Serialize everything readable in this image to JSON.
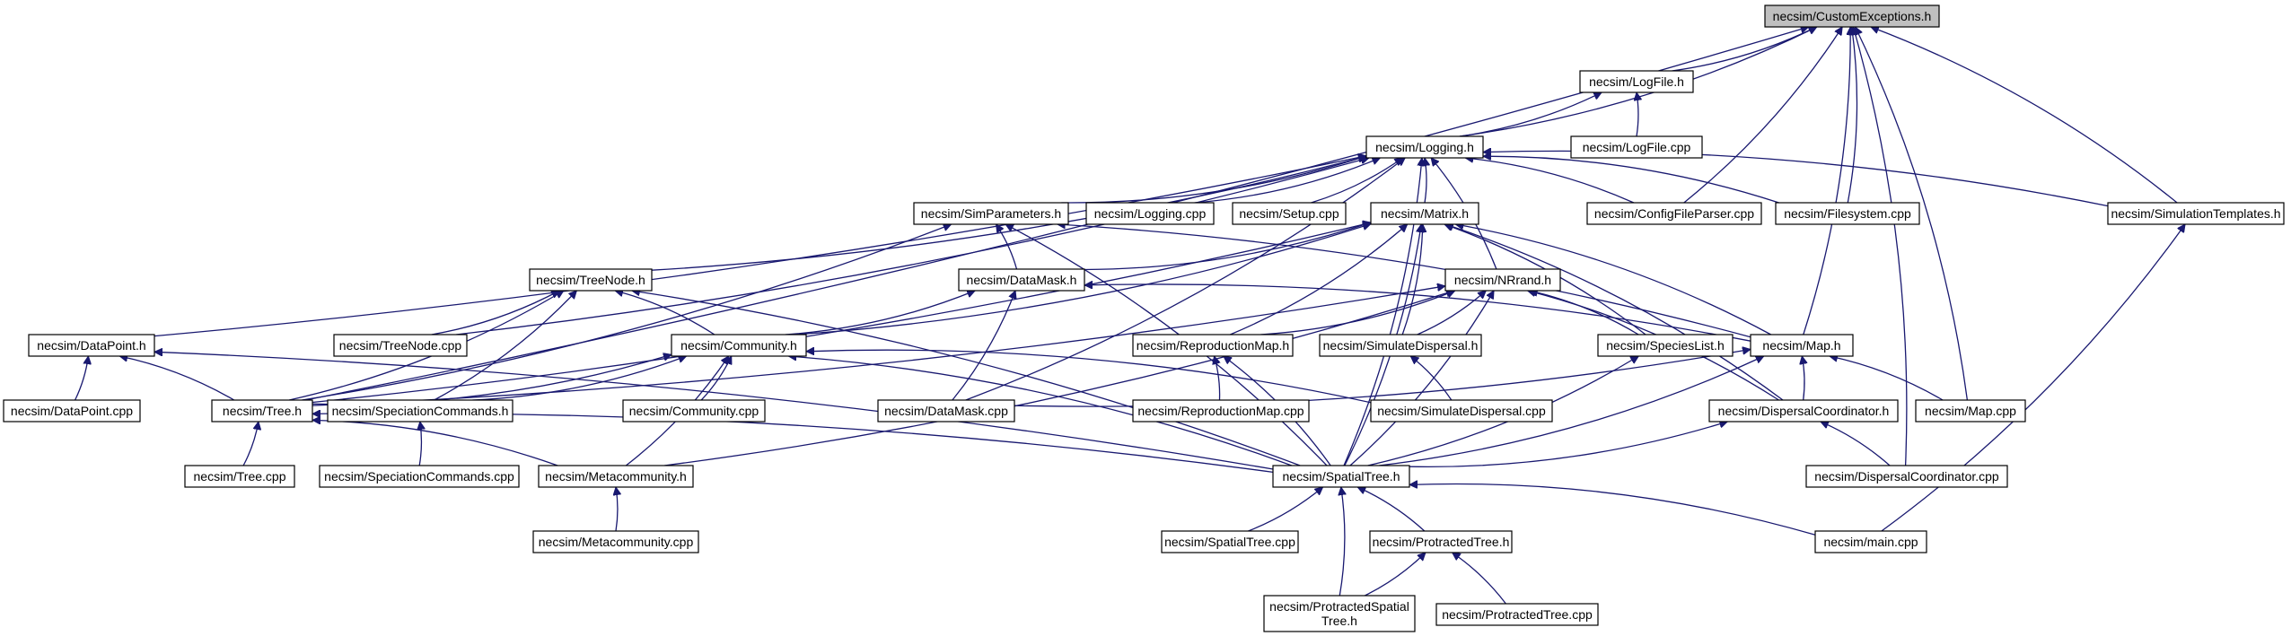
{
  "graph": {
    "colors": {
      "edge": "#191970",
      "node_border": "#000000",
      "focus_fill": "#bfbfbf",
      "node_fill": "#ffffff"
    },
    "nodes": [
      {
        "id": "customexceptions",
        "label": "necsim/CustomExceptions.h",
        "focus": true
      },
      {
        "id": "logfile_h",
        "label": "necsim/LogFile.h"
      },
      {
        "id": "logfile_cpp",
        "label": "necsim/LogFile.cpp"
      },
      {
        "id": "logging_h",
        "label": "necsim/Logging.h"
      },
      {
        "id": "simparameters_h",
        "label": "necsim/SimParameters.h"
      },
      {
        "id": "logging_cpp",
        "label": "necsim/Logging.cpp"
      },
      {
        "id": "setup_cpp",
        "label": "necsim/Setup.cpp"
      },
      {
        "id": "matrix_h",
        "label": "necsim/Matrix.h"
      },
      {
        "id": "configfileparser_cpp",
        "label": "necsim/ConfigFileParser.cpp"
      },
      {
        "id": "filesystem_cpp",
        "label": "necsim/Filesystem.cpp"
      },
      {
        "id": "simulationtemplates_h",
        "label": "necsim/SimulationTemplates.h"
      },
      {
        "id": "treenode_h",
        "label": "necsim/TreeNode.h"
      },
      {
        "id": "datamask_h",
        "label": "necsim/DataMask.h"
      },
      {
        "id": "nrrand_h",
        "label": "necsim/NRrand.h"
      },
      {
        "id": "datapoint_h",
        "label": "necsim/DataPoint.h"
      },
      {
        "id": "treenode_cpp",
        "label": "necsim/TreeNode.cpp"
      },
      {
        "id": "community_h",
        "label": "necsim/Community.h"
      },
      {
        "id": "reproductionmap_h",
        "label": "necsim/ReproductionMap.h"
      },
      {
        "id": "simulatedispersal_h",
        "label": "necsim/SimulateDispersal.h"
      },
      {
        "id": "specieslist_h",
        "label": "necsim/SpeciesList.h"
      },
      {
        "id": "map_h",
        "label": "necsim/Map.h"
      },
      {
        "id": "datapoint_cpp",
        "label": "necsim/DataPoint.cpp"
      },
      {
        "id": "tree_h",
        "label": "necsim/Tree.h"
      },
      {
        "id": "speciationcommands_h",
        "label": "necsim/SpeciationCommands.h"
      },
      {
        "id": "community_cpp",
        "label": "necsim/Community.cpp"
      },
      {
        "id": "datamask_cpp",
        "label": "necsim/DataMask.cpp"
      },
      {
        "id": "reproductionmap_cpp",
        "label": "necsim/ReproductionMap.cpp"
      },
      {
        "id": "simulatedispersal_cpp",
        "label": "necsim/SimulateDispersal.cpp"
      },
      {
        "id": "dispersalcoordinator_h",
        "label": "necsim/DispersalCoordinator.h"
      },
      {
        "id": "map_cpp",
        "label": "necsim/Map.cpp"
      },
      {
        "id": "tree_cpp",
        "label": "necsim/Tree.cpp"
      },
      {
        "id": "speciationcommands_cpp",
        "label": "necsim/SpeciationCommands.cpp"
      },
      {
        "id": "metacommunity_h",
        "label": "necsim/Metacommunity.h"
      },
      {
        "id": "spatialtree_h",
        "label": "necsim/SpatialTree.h"
      },
      {
        "id": "dispersalcoordinator_cpp",
        "label": "necsim/DispersalCoordinator.cpp"
      },
      {
        "id": "metacommunity_cpp",
        "label": "necsim/Metacommunity.cpp"
      },
      {
        "id": "spatialtree_cpp",
        "label": "necsim/SpatialTree.cpp"
      },
      {
        "id": "protractedtree_h",
        "label": "necsim/ProtractedTree.h"
      },
      {
        "id": "main_cpp",
        "label": "necsim/main.cpp"
      },
      {
        "id": "protractedspatialtree_h",
        "label": "necsim/ProtractedSpatial\nTree.h"
      },
      {
        "id": "protractedtree_cpp",
        "label": "necsim/ProtractedTree.cpp"
      }
    ],
    "edges": [
      [
        "logfile_h",
        "customexceptions"
      ],
      [
        "logging_h",
        "customexceptions"
      ],
      [
        "tree_h",
        "customexceptions"
      ],
      [
        "configfileparser_cpp",
        "customexceptions"
      ],
      [
        "filesystem_cpp",
        "customexceptions"
      ],
      [
        "simulationtemplates_h",
        "customexceptions"
      ],
      [
        "map_h",
        "customexceptions"
      ],
      [
        "map_cpp",
        "customexceptions"
      ],
      [
        "dispersalcoordinator_cpp",
        "customexceptions"
      ],
      [
        "logfile_cpp",
        "logfile_h"
      ],
      [
        "logging_h",
        "logfile_h"
      ],
      [
        "simparameters_h",
        "logging_h"
      ],
      [
        "logging_cpp",
        "logging_h"
      ],
      [
        "setup_cpp",
        "logging_h"
      ],
      [
        "matrix_h",
        "logging_h"
      ],
      [
        "configfileparser_cpp",
        "logging_h"
      ],
      [
        "filesystem_cpp",
        "logging_h"
      ],
      [
        "simulationtemplates_h",
        "logging_h"
      ],
      [
        "treenode_h",
        "logging_h"
      ],
      [
        "datapoint_h",
        "logging_h"
      ],
      [
        "treenode_cpp",
        "logging_h"
      ],
      [
        "datamask_cpp",
        "logging_h"
      ],
      [
        "nrrand_h",
        "logging_h"
      ],
      [
        "spatialtree_h",
        "logging_h"
      ],
      [
        "datamask_h",
        "simparameters_h"
      ],
      [
        "map_h",
        "simparameters_h"
      ],
      [
        "tree_h",
        "simparameters_h"
      ],
      [
        "spatialtree_h",
        "simparameters_h"
      ],
      [
        "datamask_h",
        "matrix_h"
      ],
      [
        "community_h",
        "matrix_h"
      ],
      [
        "reproductionmap_h",
        "matrix_h"
      ],
      [
        "simulatedispersal_h",
        "matrix_h"
      ],
      [
        "specieslist_h",
        "matrix_h"
      ],
      [
        "map_h",
        "matrix_h"
      ],
      [
        "tree_h",
        "matrix_h"
      ],
      [
        "dispersalcoordinator_h",
        "matrix_h"
      ],
      [
        "spatialtree_h",
        "matrix_h"
      ],
      [
        "treenode_cpp",
        "treenode_h"
      ],
      [
        "community_h",
        "treenode_h"
      ],
      [
        "tree_h",
        "treenode_h"
      ],
      [
        "speciationcommands_h",
        "treenode_h"
      ],
      [
        "spatialtree_h",
        "treenode_h"
      ],
      [
        "community_h",
        "datamask_h"
      ],
      [
        "datamask_cpp",
        "datamask_h"
      ],
      [
        "map_h",
        "datamask_h"
      ],
      [
        "reproductionmap_h",
        "nrrand_h"
      ],
      [
        "simulatedispersal_h",
        "nrrand_h"
      ],
      [
        "specieslist_h",
        "nrrand_h"
      ],
      [
        "dispersalcoordinator_h",
        "nrrand_h"
      ],
      [
        "spatialtree_h",
        "nrrand_h"
      ],
      [
        "tree_h",
        "nrrand_h"
      ],
      [
        "metacommunity_h",
        "nrrand_h"
      ],
      [
        "datapoint_cpp",
        "datapoint_h"
      ],
      [
        "tree_h",
        "datapoint_h"
      ],
      [
        "spatialtree_h",
        "datapoint_h"
      ],
      [
        "tree_h",
        "community_h"
      ],
      [
        "speciationcommands_h",
        "community_h"
      ],
      [
        "community_cpp",
        "community_h"
      ],
      [
        "metacommunity_h",
        "community_h"
      ],
      [
        "spatialtree_h",
        "community_h"
      ],
      [
        "simulatedispersal_cpp",
        "community_h"
      ],
      [
        "reproductionmap_cpp",
        "reproductionmap_h"
      ],
      [
        "spatialtree_h",
        "reproductionmap_h"
      ],
      [
        "simulatedispersal_cpp",
        "simulatedispersal_h"
      ],
      [
        "spatialtree_h",
        "specieslist_h"
      ],
      [
        "map_cpp",
        "map_h"
      ],
      [
        "dispersalcoordinator_h",
        "map_h"
      ],
      [
        "spatialtree_h",
        "map_h"
      ],
      [
        "datamask_cpp",
        "map_h"
      ],
      [
        "tree_cpp",
        "tree_h"
      ],
      [
        "metacommunity_h",
        "tree_h"
      ],
      [
        "spatialtree_h",
        "tree_h"
      ],
      [
        "speciationcommands_cpp",
        "speciationcommands_h"
      ],
      [
        "spatialtree_h",
        "dispersalcoordinator_h"
      ],
      [
        "dispersalcoordinator_cpp",
        "dispersalcoordinator_h"
      ],
      [
        "metacommunity_cpp",
        "metacommunity_h"
      ],
      [
        "spatialtree_cpp",
        "spatialtree_h"
      ],
      [
        "protractedtree_h",
        "spatialtree_h"
      ],
      [
        "protractedspatialtree_h",
        "spatialtree_h"
      ],
      [
        "main_cpp",
        "spatialtree_h"
      ],
      [
        "main_cpp",
        "simulationtemplates_h"
      ],
      [
        "protractedspatialtree_h",
        "protractedtree_h"
      ],
      [
        "protractedtree_cpp",
        "protractedtree_h"
      ]
    ]
  }
}
